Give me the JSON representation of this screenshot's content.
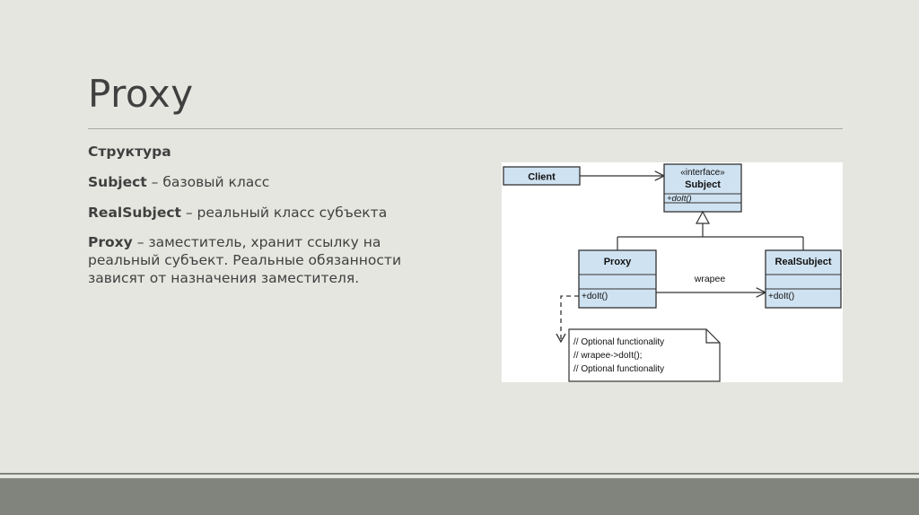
{
  "slide": {
    "title": "Proxy",
    "heading": "Структура",
    "items": [
      {
        "term": "Subject",
        "desc": " – базовый класс"
      },
      {
        "term": "RealSubject",
        "desc": " – реальный класс субъекта"
      },
      {
        "term": "Proxy",
        "desc": " – заместитель, хранит ссылку на реальный субъект. Реальные обязанности зависят от назначения заместителя."
      }
    ]
  },
  "diagram": {
    "client": {
      "name": "Client"
    },
    "subject": {
      "stereotype": "«interface»",
      "name": "Subject",
      "method": "+doIt()"
    },
    "proxy": {
      "name": "Proxy",
      "method": "+doIt()"
    },
    "real_subject": {
      "name": "RealSubject",
      "method": "+doIt()"
    },
    "association_label": "wrapee",
    "note": {
      "lines": [
        "// Optional functionality",
        "// wrapee->doIt();",
        "// Optional functionality"
      ]
    },
    "colors": {
      "class_fill": "#cfe2f1",
      "stroke": "#333333"
    }
  }
}
